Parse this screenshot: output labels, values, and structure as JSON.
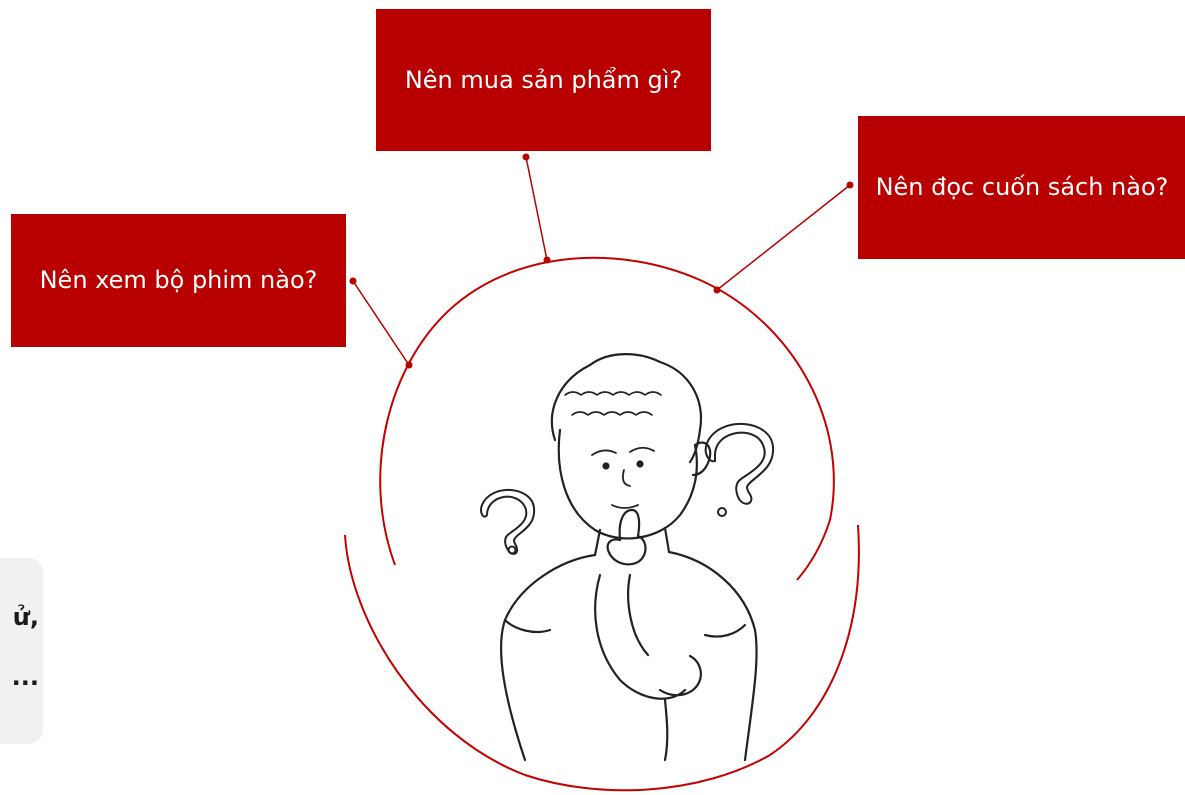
{
  "questions": {
    "product": "Nên mua sản phẩm gì?",
    "book": "Nên đọc cuốn sách nào?",
    "movie": "Nên xem bộ phim nào?"
  },
  "side_text": {
    "line1": "ử,",
    "line2": "..."
  },
  "colors": {
    "box_fill": "#b80000",
    "connector": "#b80000",
    "ring": "#c40000",
    "box_text": "#ffffff"
  },
  "illustration": {
    "subject": "thinking-person-with-question-marks"
  }
}
